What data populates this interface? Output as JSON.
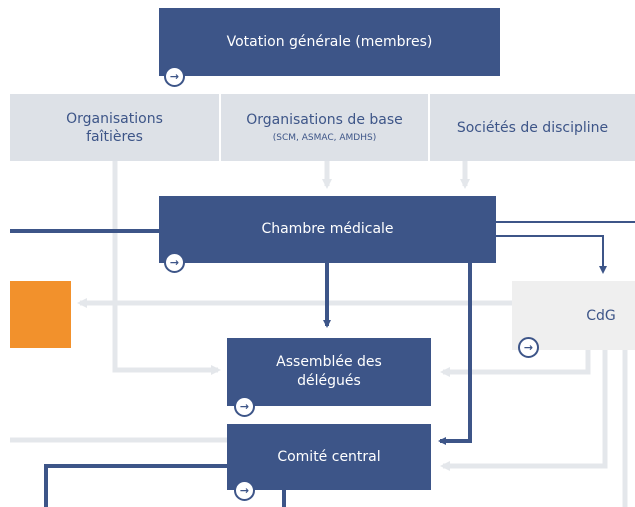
{
  "nodes": {
    "votation": {
      "label": "Votation générale (membres)"
    },
    "faitieres": {
      "label": "Organisations faîtières"
    },
    "base": {
      "label": "Organisations de base",
      "sublabel": "(SCM, ASMAC, AMDHS)"
    },
    "societes": {
      "label": "Sociétés de discipline"
    },
    "chambre": {
      "label": "Chambre médicale"
    },
    "cdg": {
      "label": "CdG"
    },
    "assemblee": {
      "label": "Assemblée des délégués"
    },
    "comite": {
      "label": "Comité central"
    }
  },
  "icons": {
    "arrow_glyph": "→",
    "name": "arrow-circle-icon"
  },
  "colors": {
    "dark_blue": "#3d5588",
    "light_box": "#dde1e7",
    "connector_light": "#e4e7eb",
    "orange": "#f2912c",
    "cdg_box": "#efefef"
  }
}
